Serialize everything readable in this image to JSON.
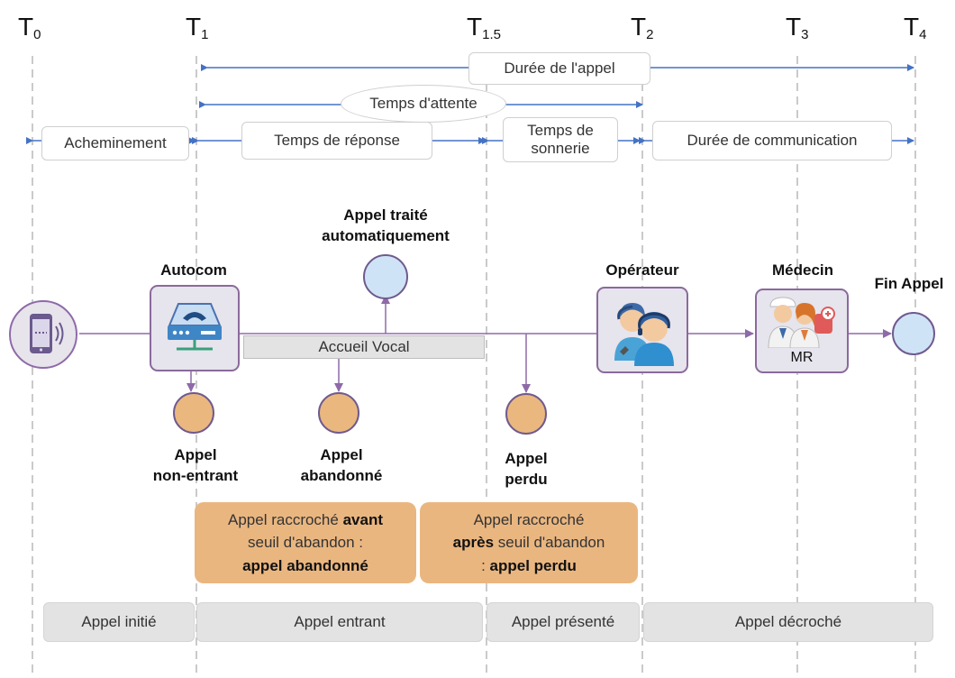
{
  "time_markers": [
    {
      "base": "T",
      "sub": "0"
    },
    {
      "base": "T",
      "sub": "1"
    },
    {
      "base": "T",
      "sub": "1.5"
    },
    {
      "base": "T",
      "sub": "2"
    },
    {
      "base": "T",
      "sub": "3"
    },
    {
      "base": "T",
      "sub": "4"
    }
  ],
  "durations": {
    "duree_appel": "Durée de l'appel",
    "temps_attente": "Temps d'attente",
    "acheminement": "Acheminement",
    "temps_reponse": "Temps de réponse",
    "temps_sonnerie_1": "Temps de",
    "temps_sonnerie_2": "sonnerie",
    "duree_communication": "Durée de communication"
  },
  "nodes": {
    "autocom": "Autocom",
    "appel_traite_1": "Appel traité",
    "appel_traite_2": "automatiquement",
    "operateur": "Opérateur",
    "medecin": "Médecin",
    "medecin_badge": "MR",
    "fin_appel": "Fin Appel",
    "accueil_vocal": "Accueil Vocal"
  },
  "outcomes": {
    "non_entrant_1": "Appel",
    "non_entrant_2": "non-entrant",
    "abandonne_1": "Appel",
    "abandonne_2": "abandonné",
    "perdu_1": "Appel",
    "perdu_2": "perdu"
  },
  "notes": {
    "left": {
      "l1a": "Appel raccroché ",
      "l1b": "avant",
      "l2": "seuil d'abandon :",
      "l3": "appel abandonné"
    },
    "right": {
      "l1": "Appel raccroché",
      "l2a": "après",
      "l2b": " seuil d'abandon",
      "l3a": ": ",
      "l3b": "appel perdu"
    }
  },
  "phases": {
    "initie": "Appel initié",
    "entrant": "Appel entrant",
    "presente": "Appel présenté",
    "decroche": "Appel décroché"
  },
  "colors": {
    "arrow_blue": "#4472c4",
    "flow_purple": "#8e6aa8",
    "node_border": "#8a6a9c",
    "circle_blue": "#cfe3f6",
    "circle_orange": "#eab87f",
    "note_orange": "#eab680",
    "phase_grey": "#e3e3e3"
  }
}
